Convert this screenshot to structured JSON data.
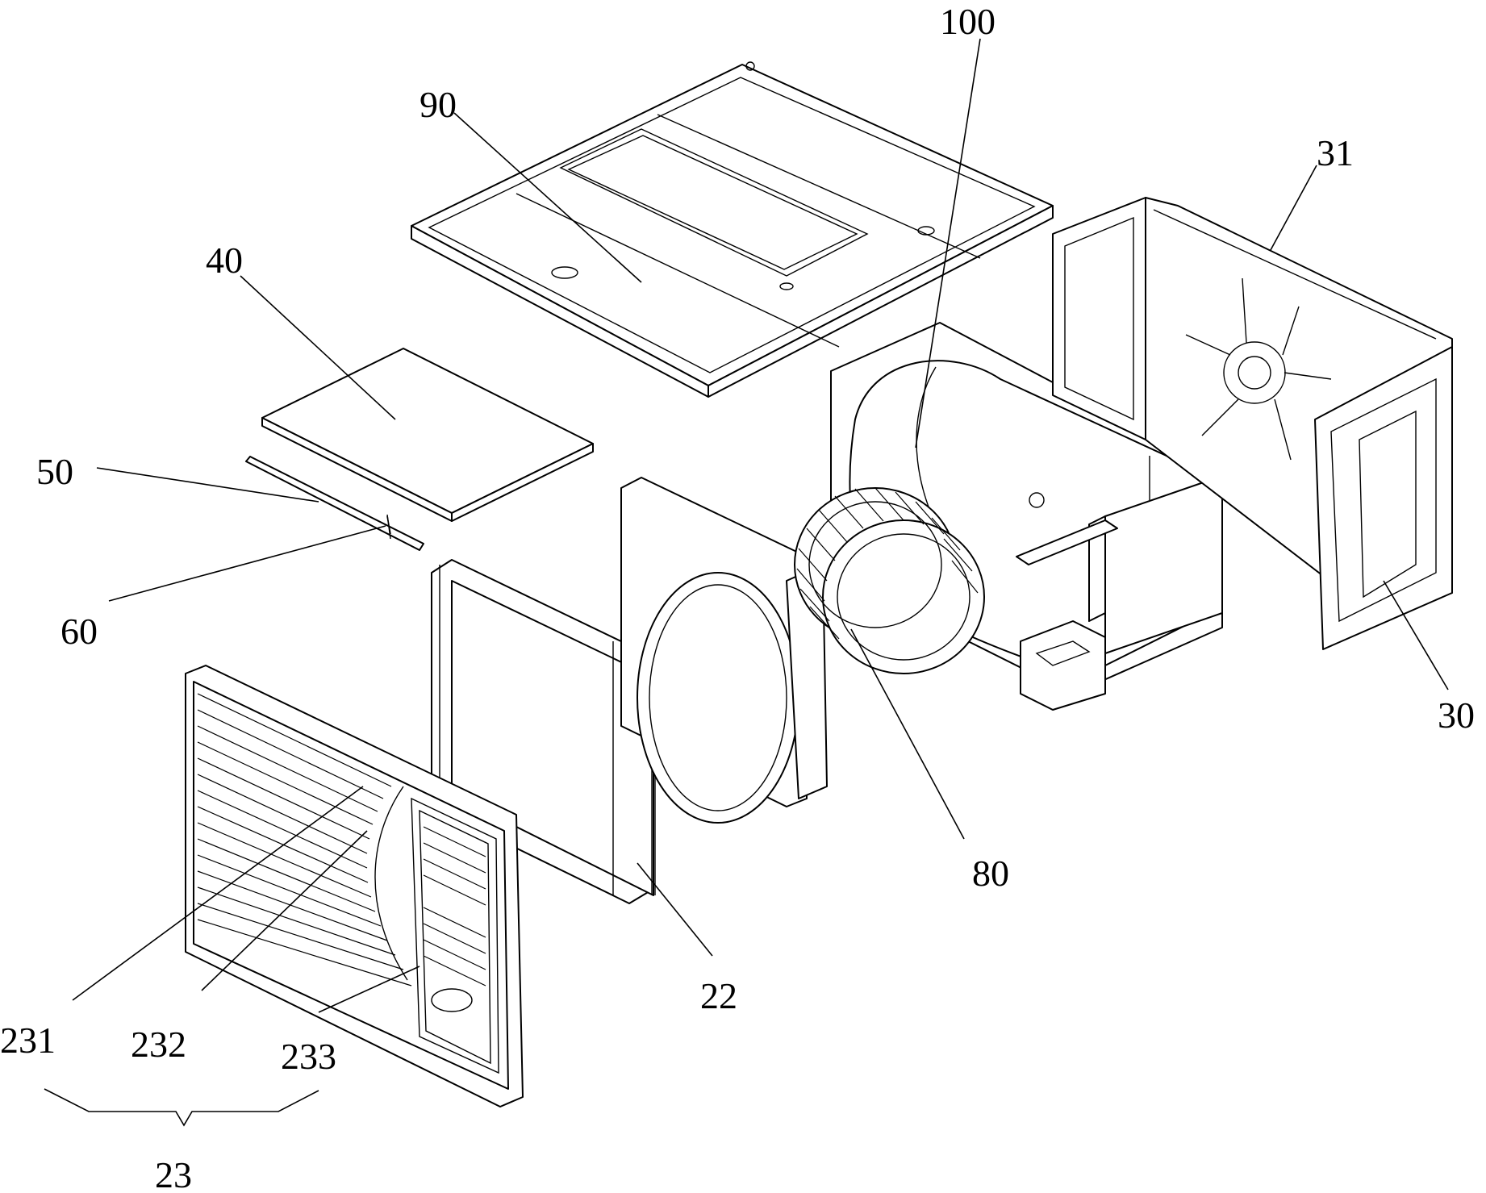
{
  "labels": {
    "l90": "90",
    "l100": "100",
    "l31": "31",
    "l40": "40",
    "l50": "50",
    "l60": "60",
    "l30": "30",
    "l80": "80",
    "l22": "22",
    "l231": "231",
    "l232": "232",
    "l233": "233",
    "l23": "23"
  }
}
